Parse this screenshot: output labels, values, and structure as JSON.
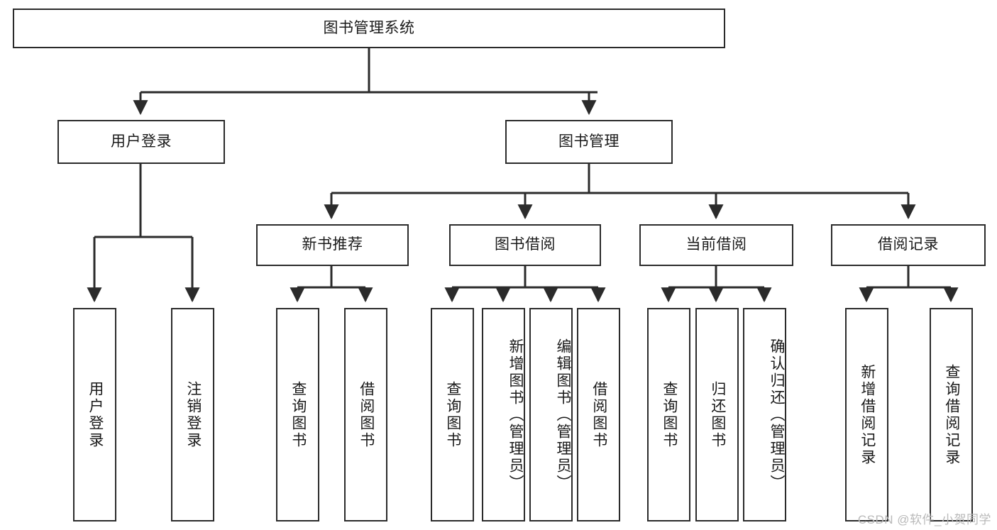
{
  "diagram": {
    "type": "tree-hierarchy",
    "title": "图书管理系统",
    "root": {
      "label": "图书管理系统"
    },
    "level2": [
      {
        "id": "user-login",
        "label": "用户登录"
      },
      {
        "id": "book-manage",
        "label": "图书管理"
      }
    ],
    "level3": [
      {
        "id": "new-book-recommend",
        "label": "新书推荐"
      },
      {
        "id": "book-borrow",
        "label": "图书借阅"
      },
      {
        "id": "current-borrow",
        "label": "当前借阅"
      },
      {
        "id": "borrow-record",
        "label": "借阅记录"
      }
    ],
    "leaves": {
      "user_login": [
        {
          "id": "leaf-user-login",
          "label": "用户登录"
        },
        {
          "id": "leaf-logout-login",
          "label": "注销登录"
        }
      ],
      "new_book_recommend": [
        {
          "id": "leaf-query-book-1",
          "label": "查询图书"
        },
        {
          "id": "leaf-borrow-book-1",
          "label": "借阅图书"
        }
      ],
      "book_borrow": [
        {
          "id": "leaf-query-book-2",
          "label": "查询图书"
        },
        {
          "id": "leaf-add-book",
          "label": "新增图书（管理员）"
        },
        {
          "id": "leaf-edit-book",
          "label": "编辑图书（管理员）"
        },
        {
          "id": "leaf-borrow-book-2",
          "label": "借阅图书"
        }
      ],
      "current_borrow": [
        {
          "id": "leaf-query-book-3",
          "label": "查询图书"
        },
        {
          "id": "leaf-return-book",
          "label": "归还图书"
        },
        {
          "id": "leaf-confirm-return",
          "label": "确认归还（管理员）"
        }
      ],
      "borrow_record": [
        {
          "id": "leaf-add-record",
          "label": "新增借阅记录"
        },
        {
          "id": "leaf-query-record",
          "label": "查询借阅记录"
        }
      ]
    },
    "watermark": "CSDN @软件_小贺同学",
    "colors": {
      "stroke": "#2b2b2b",
      "background": "#ffffff",
      "text": "#1a1a1a",
      "watermark": "#b9b9b9"
    }
  }
}
